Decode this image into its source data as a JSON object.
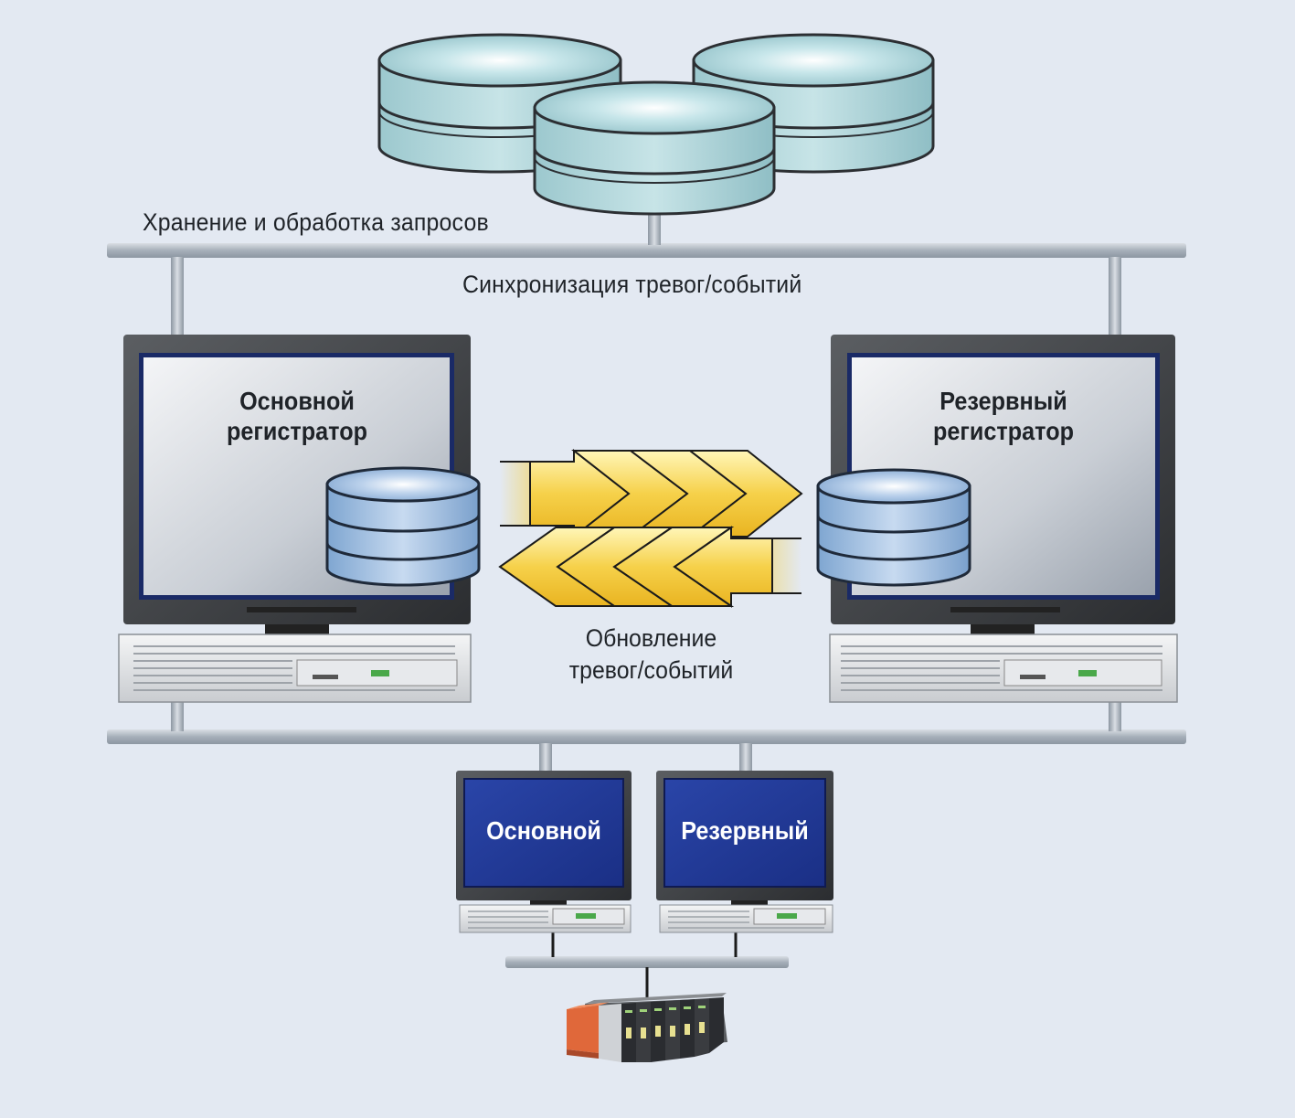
{
  "labels": {
    "storage": "Хранение и обработка запросов",
    "sync": "Синхронизация тревог/событий",
    "update_line1": "Обновление",
    "update_line2": "тревог/событий",
    "primary_logger_line1": "Основной",
    "primary_logger_line2": "регистратор",
    "backup_logger_line1": "Резервный",
    "backup_logger_line2": "регистратор",
    "primary_station": "Основной",
    "backup_station": "Резервный"
  },
  "colors": {
    "background": "#e3e9f2",
    "bus": "#a9b2bc",
    "db_top": "#aed7dc",
    "db_body": "#9fcbd1",
    "db_small": "#9fbcdc",
    "arrow": "#f2c531",
    "station_screen": "#233a9a"
  }
}
